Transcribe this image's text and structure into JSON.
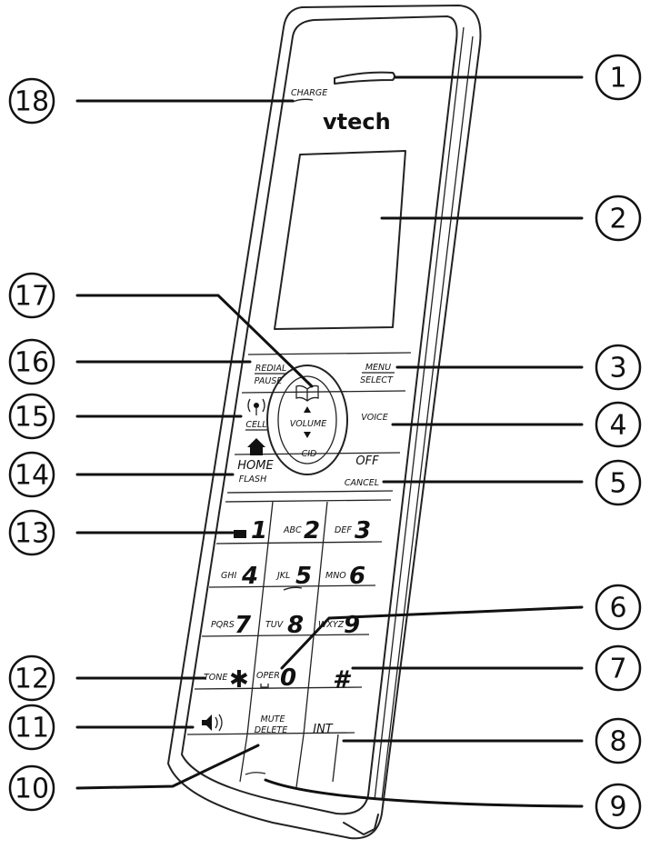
{
  "brand": "vtech",
  "charge_label": "CHARGE",
  "buttons": {
    "redial": "REDIAL",
    "pause": "PAUSE",
    "menu": "MENU",
    "select": "SELECT",
    "cell": "CELL",
    "voice": "VOICE",
    "volume": "VOLUME",
    "cid": "CID",
    "home": "HOME",
    "flash": "FLASH",
    "off": "OFF",
    "cancel": "CANCEL",
    "mute": "MUTE",
    "delete": "DELETE",
    "int": "INT",
    "tone": "TONE",
    "oper": "OPER"
  },
  "keypad": [
    {
      "letters": "",
      "digit": "1"
    },
    {
      "letters": "ABC",
      "digit": "2"
    },
    {
      "letters": "DEF",
      "digit": "3"
    },
    {
      "letters": "GHI",
      "digit": "4"
    },
    {
      "letters": "JKL",
      "digit": "5"
    },
    {
      "letters": "MNO",
      "digit": "6"
    },
    {
      "letters": "PQRS",
      "digit": "7"
    },
    {
      "letters": "TUV",
      "digit": "8"
    },
    {
      "letters": "WXYZ",
      "digit": "9"
    },
    {
      "letters": "",
      "digit": "#"
    }
  ],
  "callouts": [
    "1",
    "2",
    "3",
    "4",
    "5",
    "6",
    "7",
    "8",
    "9",
    "10",
    "11",
    "12",
    "13",
    "14",
    "15",
    "16",
    "17",
    "18"
  ]
}
